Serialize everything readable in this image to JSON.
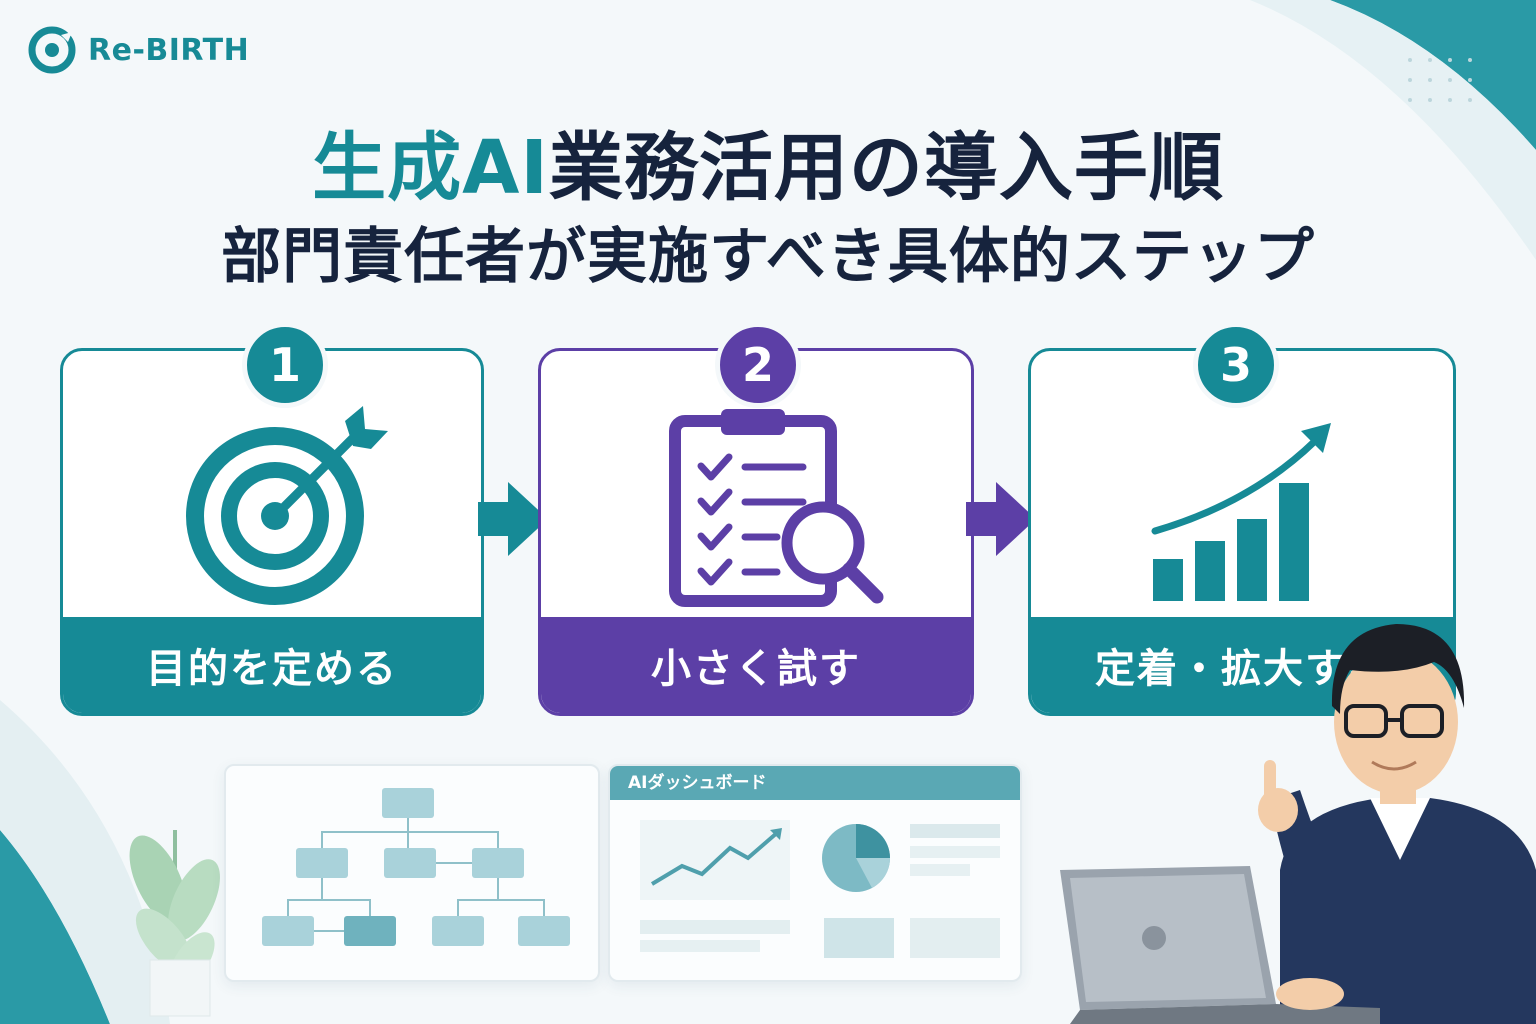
{
  "brand": {
    "name": "Re-BIRTH",
    "color": "#178a96"
  },
  "header": {
    "title_accent": "生成AI",
    "title_rest": "業務活用の導入手順",
    "subtitle": "部門責任者が実施すべき具体的ステップ"
  },
  "steps": [
    {
      "number": "1",
      "label": "目的を定める",
      "icon": "target-icon",
      "color": "#168a96"
    },
    {
      "number": "2",
      "label": "小さく試す",
      "icon": "checklist-search-icon",
      "color": "#5c3fa6"
    },
    {
      "number": "3",
      "label": "定着・拡大する",
      "icon": "growth-chart-icon",
      "color": "#168a96"
    }
  ],
  "dashboard": {
    "title": "AIダッシュボード"
  },
  "colors": {
    "teal": "#168a96",
    "purple": "#5c3fa6",
    "navy": "#16233d"
  }
}
